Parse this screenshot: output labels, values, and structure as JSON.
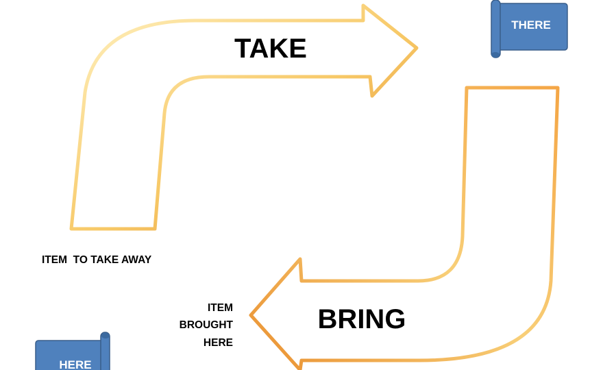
{
  "arrows": {
    "take": {
      "label": "TAKE"
    },
    "bring": {
      "label": "BRING"
    }
  },
  "captions": {
    "take_away": "ITEM  TO TAKE AWAY",
    "brought_here": [
      "ITEM",
      "BROUGHT",
      "HERE"
    ]
  },
  "banners": {
    "there": "THERE",
    "here": "HERE"
  },
  "colors": {
    "arrow_outline_light": "#fde9a8",
    "arrow_outline_dark": "#e8902e",
    "banner_fill": "#4f81bd",
    "banner_stroke": "#385d8a"
  }
}
